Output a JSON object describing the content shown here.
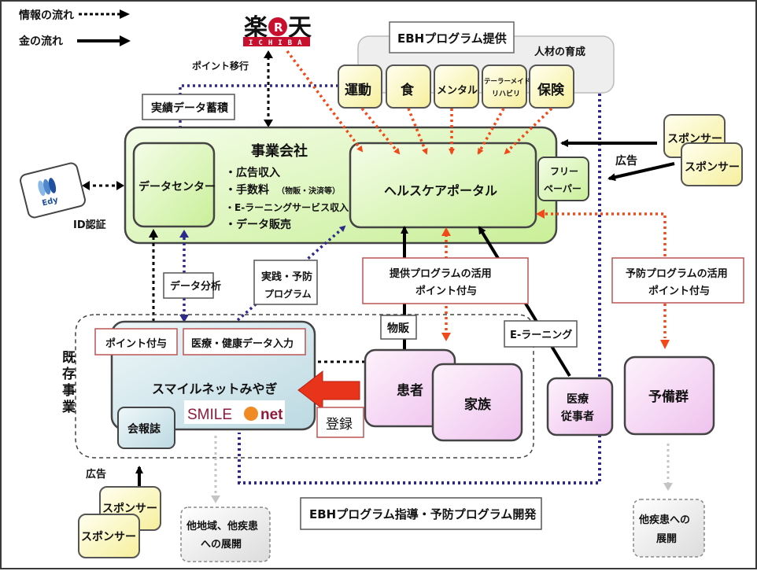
{
  "legend": {
    "info_flow": "情報の流れ",
    "money_flow": "金の流れ"
  },
  "rakuten": {
    "kanji_left": "楽",
    "r": "R",
    "kanji_right": "天",
    "sub": "ICHIBA"
  },
  "point_transfer": "ポイント移行",
  "record_data": "実績データ蓄積",
  "ebh_program": {
    "title": "EBHプログラム提供",
    "training": "人材の育成",
    "items": [
      "運動",
      "食",
      "メンタル",
      "テーラーメイド",
      "保険"
    ],
    "tailor_line2": "リハビリ"
  },
  "edy": {
    "label": "Edy",
    "id_auth": "ID認証"
  },
  "company": {
    "title": "事業会社",
    "bullets": [
      "・広告収入",
      "・手数料",
      "・E-ラーニングサービス収入",
      "・データ販売"
    ],
    "fee_note": "（物販・決済等）",
    "data_center": "データセンター",
    "portal": "ヘルスケアポータル",
    "free_paper_1": "フリー",
    "free_paper_2": "ペーパー"
  },
  "sponsors_right": {
    "label": "スポンサー",
    "ad": "広告"
  },
  "data_analysis": "データ分析",
  "practice_program": {
    "line1": "実践・予防",
    "line2": "プログラム"
  },
  "provided_program_points": {
    "line1": "提供プログラムの活用",
    "line2": "ポイント付与"
  },
  "prevention_program_points": {
    "line1": "予防プログラムの活用",
    "line2": "ポイント付与"
  },
  "existing_business": "既存事業",
  "smile_net": {
    "point_grant": "ポイント付与",
    "medical_input": "医療・健康データ入力",
    "name": "スマイルネットみやぎ",
    "logo_left": "SMILE",
    "logo_right": "net",
    "newsletter": "会報誌",
    "register": "登録"
  },
  "sales": "物販",
  "e_learning": "E-ラーニング",
  "patient": "患者",
  "family": "家族",
  "medical_staff": {
    "line1": "医療",
    "line2": "従事者"
  },
  "reserve_group": "予備群",
  "sponsors_left": {
    "label": "スポンサー",
    "ad": "広告"
  },
  "expansion_left": {
    "line1": "他地域、他疾患",
    "line2": "への展開"
  },
  "expansion_right": {
    "line1": "他疾患への",
    "line2": "展開"
  },
  "ebh_guidance": "EBHプログラム指導・予防プログラム開発",
  "colors": {
    "info_red": "#f04a1a",
    "info_blue": "#2e2a8c",
    "money_black": "#000000",
    "green_fill": "#d8f5b0",
    "yellow_fill": "#fdf8c0",
    "pink_fill": "#f6d4f3",
    "teal_fill": "#d2e8ee",
    "rakuten_red": "#c8102e",
    "smile_orange": "#f08a24",
    "smile_maroon": "#8c1c3c"
  }
}
